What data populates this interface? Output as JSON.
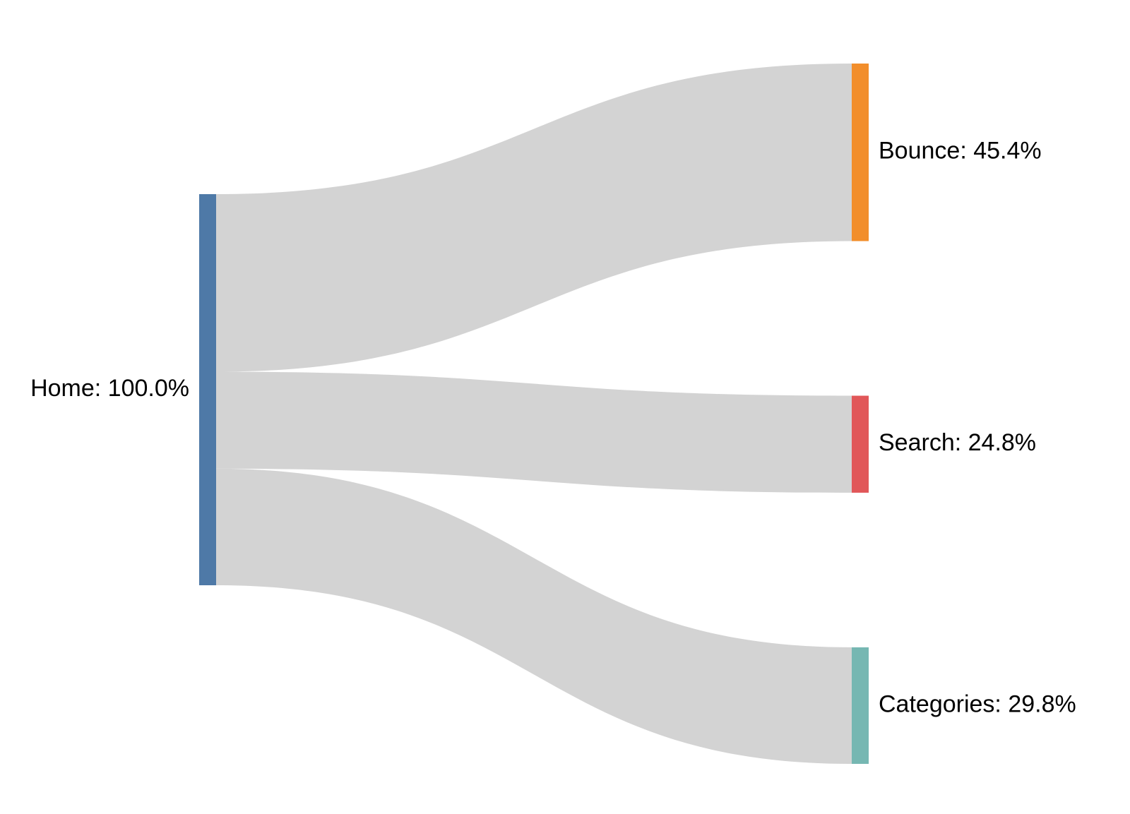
{
  "chart_data": {
    "type": "sankey",
    "title": "",
    "source": {
      "id": "home",
      "name": "Home",
      "percent": 100.0,
      "label": "Home: 100.0%",
      "color": "#4e79a7"
    },
    "targets": [
      {
        "id": "bounce",
        "name": "Bounce",
        "percent": 45.4,
        "label": "Bounce: 45.4%",
        "color": "#f28e2b"
      },
      {
        "id": "search",
        "name": "Search",
        "percent": 24.8,
        "label": "Search: 24.8%",
        "color": "#e15759"
      },
      {
        "id": "categories",
        "name": "Categories",
        "percent": 29.8,
        "label": "Categories: 29.8%",
        "color": "#76b7b2"
      }
    ],
    "link_color": "#d3d3d3"
  }
}
